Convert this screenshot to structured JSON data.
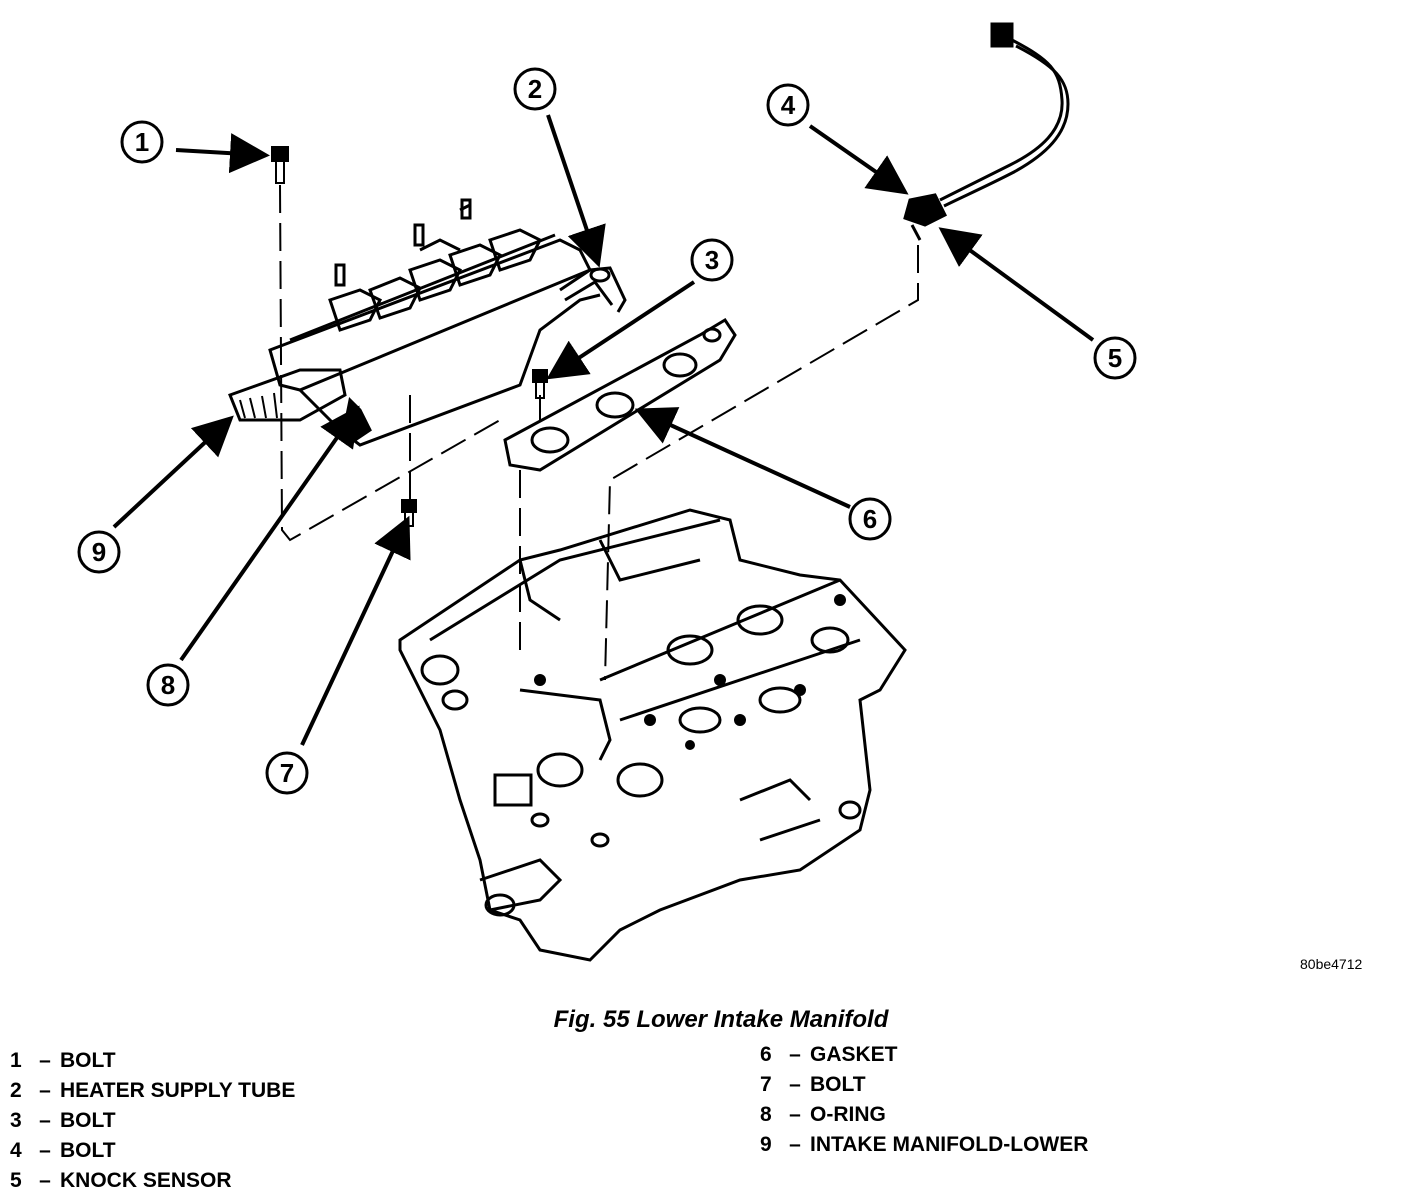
{
  "callouts": [
    {
      "number": "1",
      "part": "BOLT"
    },
    {
      "number": "2",
      "part": "HEATER SUPPLY TUBE"
    },
    {
      "number": "3",
      "part": "BOLT"
    },
    {
      "number": "4",
      "part": "BOLT"
    },
    {
      "number": "5",
      "part": "KNOCK SENSOR"
    },
    {
      "number": "6",
      "part": "GASKET"
    },
    {
      "number": "7",
      "part": "BOLT"
    },
    {
      "number": "8",
      "part": "O-RING"
    },
    {
      "number": "9",
      "part": "INTAKE MANIFOLD-LOWER"
    }
  ],
  "legend_separator": "–",
  "figure_code": "80be4712",
  "caption": "Fig. 55 Lower Intake Manifold"
}
